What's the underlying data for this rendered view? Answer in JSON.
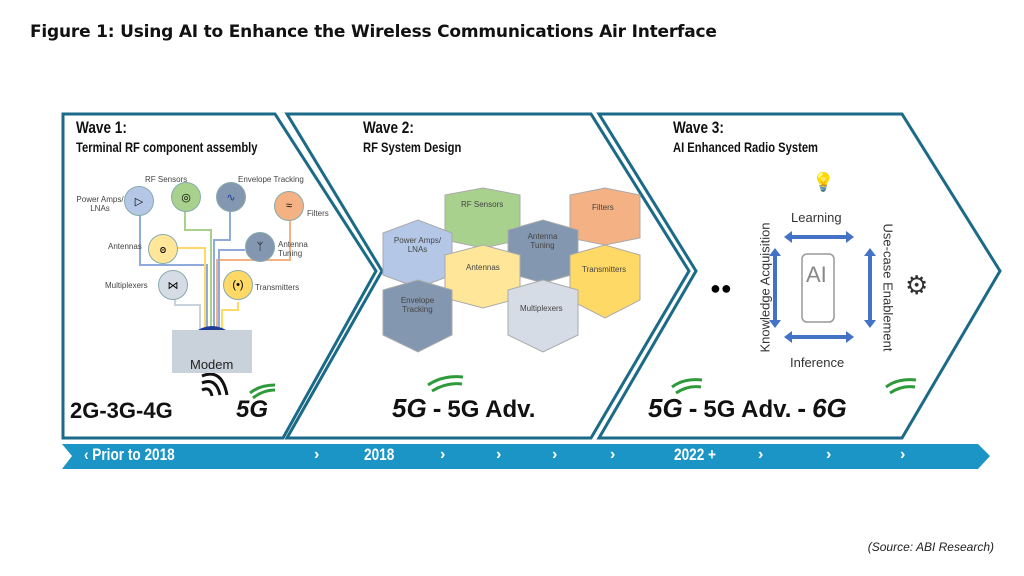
{
  "title": "Figure 1: Using AI to Enhance the Wireless Communications Air Interface",
  "waves": [
    {
      "heading": "Wave 1:",
      "subtitle": "Terminal RF component assembly",
      "components": [
        "RF Sensors",
        "Envelope Tracking",
        "Power Amps/ LNAs",
        "Filters",
        "Antennas",
        "Antenna Tuning",
        "Multiplexers",
        "Transmitters"
      ],
      "modem": "Modem",
      "generations": "2G-3G-4G",
      "badge": "5G"
    },
    {
      "heading": "Wave 2:",
      "subtitle": "RF System Design",
      "hexagons": [
        "RF Sensors",
        "Filters",
        "Power Amps/ LNAs",
        "Antenna Tuning",
        "Antennas",
        "Transmitters",
        "Envelope Tracking",
        "Multiplexers"
      ],
      "gen_a": "5G",
      "sep": "-",
      "gen_b": "5G Adv."
    },
    {
      "heading": "Wave 3:",
      "subtitle": "AI Enhanced Radio System",
      "learning": "Learning",
      "inference": "Inference",
      "knowledge": "Knowledge Acquisition",
      "usecase": "Use-case Enablement",
      "center": "AI",
      "gen_a": "5G",
      "sep1": "-",
      "gen_b": "5G Adv.",
      "sep2": "-",
      "gen_c": "6G"
    }
  ],
  "timeline": {
    "start": "‹ Prior to 2018",
    "mid": "2018",
    "late": "2022 +",
    "chevron": "›"
  },
  "source": "(Source: ABI Research)",
  "colors": {
    "frame": "#1b6a87",
    "timeline": "#1a95c6",
    "arrow": "#4472c4",
    "green": "#2e9a3a"
  }
}
